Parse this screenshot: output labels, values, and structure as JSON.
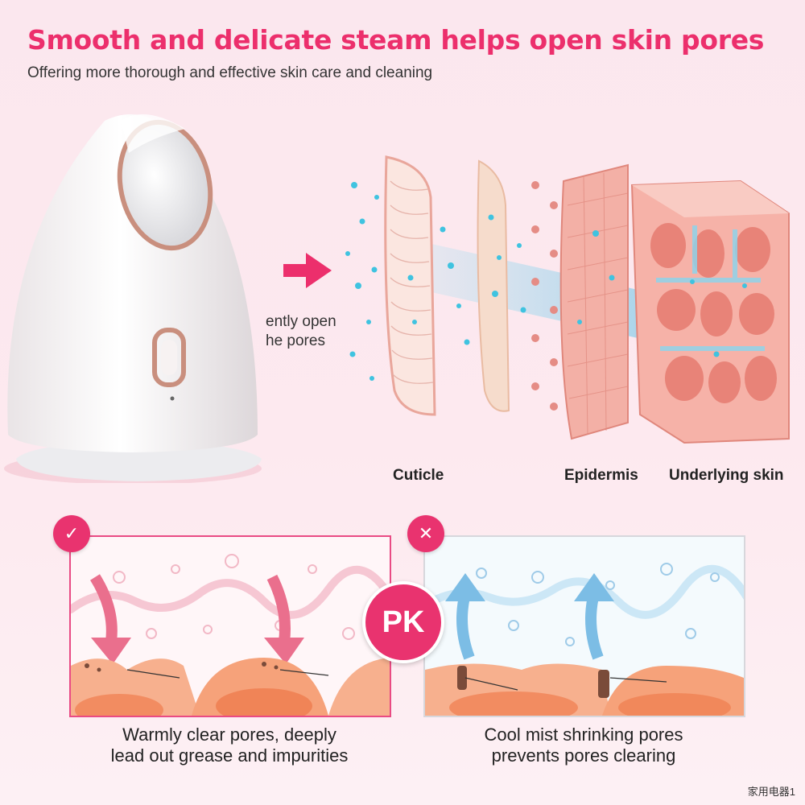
{
  "headline": "Smooth and delicate steam helps open skin pores",
  "subheadline": "Offering more thorough and effective skin care and cleaning",
  "steam_label": [
    "ently open",
    "he pores"
  ],
  "layers": [
    "Cuticle",
    "Epidermis",
    "Underlying skin"
  ],
  "comparison": {
    "badge_text": "PK",
    "good": {
      "icon": "checkmark-icon",
      "caption_line1": "Warmly clear pores, deeply",
      "caption_line2": "lead out grease and impurities"
    },
    "bad": {
      "icon": "cross-icon",
      "caption_line1": "Cool mist shrinking pores",
      "caption_line2": "prevents pores clearing"
    }
  },
  "watermark": "家用电器1",
  "colors": {
    "accent": "#ec2f6c",
    "badge": "#e9336f",
    "steam_drop": "#3fc3e0",
    "skin": "#f2a79c"
  }
}
